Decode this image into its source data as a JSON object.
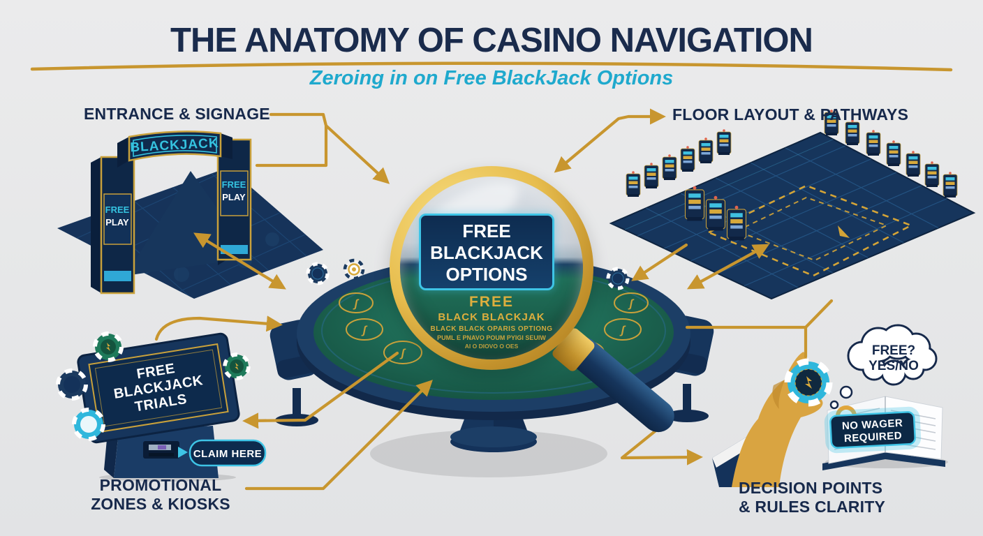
{
  "header": {
    "title": "THE ANATOMY OF CASINO NAVIGATION",
    "subtitle": "Zeroing in on Free BlackJack Options"
  },
  "sections": {
    "entrance": {
      "label": "ENTRANCE & SIGNAGE"
    },
    "floor": {
      "label": "FLOOR LAYOUT & PATHWAYS"
    },
    "promo": {
      "line1": "PROMOTIONAL",
      "line2": "ZONES & KIOSKS"
    },
    "decision": {
      "line1": "DECISION POINTS",
      "line2": "& RULES CLARITY"
    }
  },
  "entrance_sign": {
    "banner": "BLACKJACK",
    "pillar_word1": "FREE",
    "pillar_word2": "PLAY"
  },
  "magnifier": {
    "panel": {
      "line1": "FREE",
      "line2": "BLACKJACK",
      "line3": "OPTIONS"
    },
    "lens_lines": [
      "FREE",
      "BLACK BLACKJAK",
      "BLACK BLACK OPARIS OPTIONG",
      "PUML E PNAVO POUM PYIGI SEUIW",
      "AI O DIOVO O OES"
    ]
  },
  "kiosk": {
    "screen": {
      "line1": "FREE",
      "line2": "BLACKJACK",
      "line3": "TRIALS"
    },
    "claim_button": "CLAIM HERE"
  },
  "decision_area": {
    "bubble": {
      "line1": "FREE?",
      "line2": "YES/NO"
    },
    "book_badge": {
      "line1": "NO WAGER",
      "line2": "REQUIRED"
    }
  },
  "colors": {
    "background": "#E7E8E9",
    "title_navy": "#1A2B4C",
    "navy": "#16355C",
    "dark_navy": "#0E2747",
    "gold": "#C8962F",
    "gold_bright": "#D7A93C",
    "cyan": "#2FB7DC",
    "table_green": "#1E6B55"
  }
}
